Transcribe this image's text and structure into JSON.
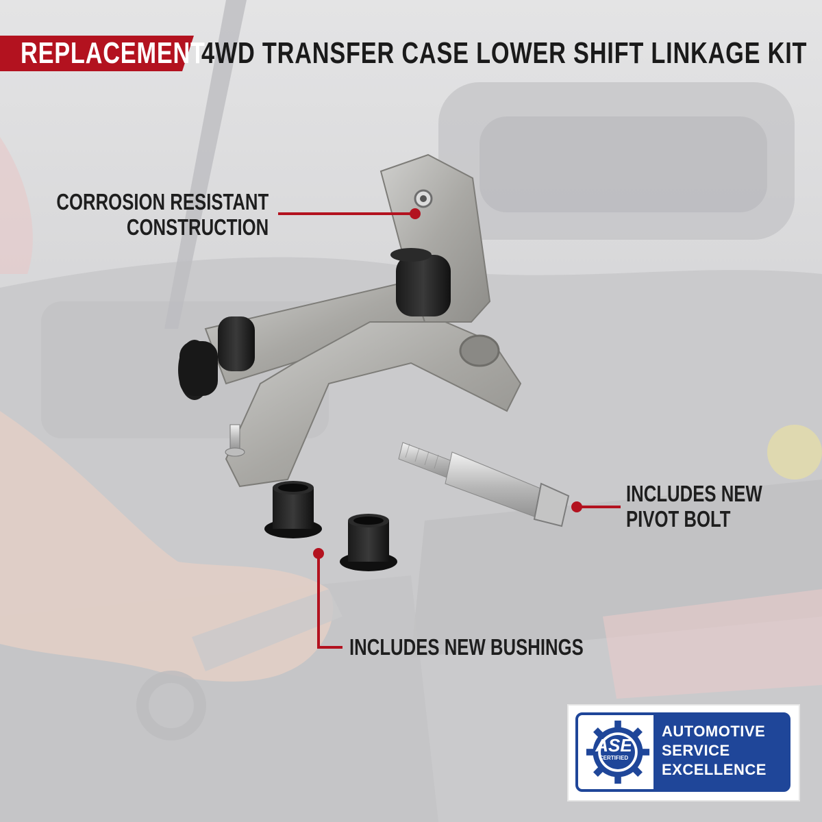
{
  "header": {
    "tag_label": "REPLACEMENT",
    "title": "4WD TRANSFER CASE LOWER SHIFT LINKAGE KIT",
    "accent_color": "#b3121f"
  },
  "callouts": {
    "corrosion": {
      "line1": "CORROSION RESISTANT",
      "line2": "CONSTRUCTION"
    },
    "pivot_bolt": {
      "line1": "INCLUDES NEW",
      "line2": "PIVOT BOLT"
    },
    "bushings": {
      "line1": "INCLUDES NEW BUSHINGS"
    }
  },
  "badge": {
    "logo_text": "ASE",
    "logo_subtext": "CERTIFIED",
    "line1": "AUTOMOTIVE",
    "line2": "SERVICE",
    "line3": "EXCELLENCE",
    "brand_color": "#1f4699"
  },
  "icons": [
    "ase-gear-icon"
  ]
}
